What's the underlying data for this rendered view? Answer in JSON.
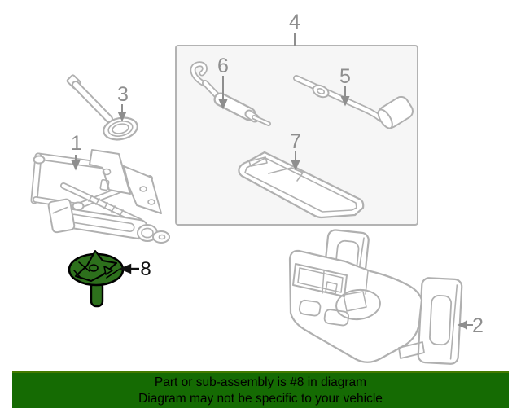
{
  "banner": {
    "line1": "Part or sub-assembly is #8 in diagram",
    "line2": "Diagram may not be specific to your vehicle",
    "background": "#156b03",
    "border_top": "#447a00",
    "text_color": "#000000"
  },
  "labels": {
    "jack": "1",
    "foam_tray": "2",
    "eye_bolt": "3",
    "tool_kit_box": "4",
    "lug_wrench": "5",
    "jack_handle": "6",
    "tray_cover": "7",
    "highlighted_part": "8"
  },
  "colors": {
    "line_art_gray": "#b0b0b0",
    "label_gray": "#8e8e8e",
    "highlight_green_fill": "#2d701c",
    "highlight_outline": "#000000",
    "box_fill": "#f6f6f6"
  }
}
